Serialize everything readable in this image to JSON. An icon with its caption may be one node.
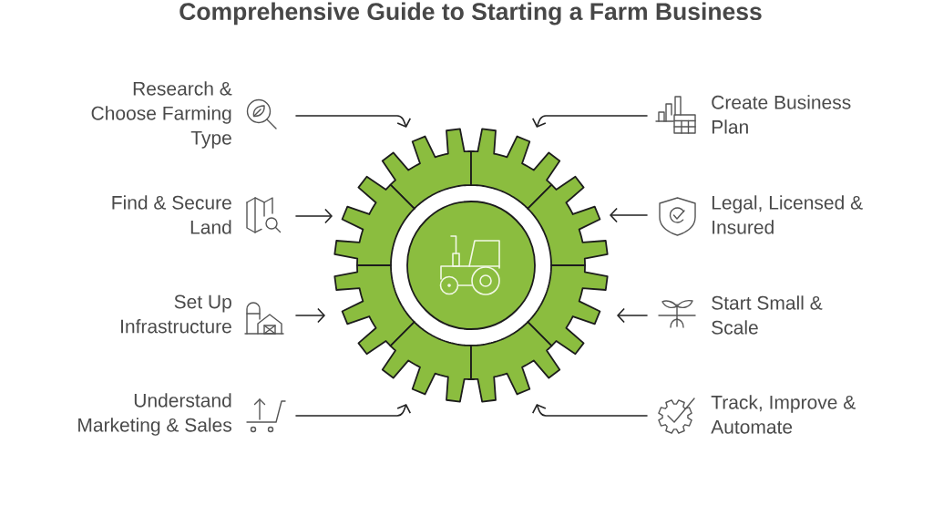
{
  "diagram": {
    "title": "Comprehensive Guide to Starting a Farm Business",
    "nodes": [
      {
        "text": [
          "Research & Choose Farming Type"
        ]
      },
      {
        "text": [
          "Create Business Plan"
        ]
      },
      {
        "text": [
          "Find & Secure Land"
        ]
      },
      {
        "text": [
          "Legal, Licensed & Insured"
        ]
      },
      {
        "text": [
          "Set Up Infrastructure"
        ]
      },
      {
        "text": [
          "Start Small & Scale"
        ]
      },
      {
        "text": [
          "Understand Marketing & Sales"
        ]
      },
      {
        "text": [
          "Track, Improve & Automate"
        ]
      },
      {
        "text": [],
        "shape": "sector"
      },
      {
        "text": [],
        "shape": "sector"
      },
      {
        "text": [],
        "shape": "sector"
      },
      {
        "text": [],
        "shape": "sector"
      },
      {
        "text": [],
        "shape": "sector"
      },
      {
        "text": [],
        "shape": "sector"
      },
      {
        "text": [],
        "shape": "sector"
      },
      {
        "text": [],
        "shape": "sector"
      }
    ],
    "edges": [
      {
        "from": 0,
        "to": 8,
        "arrow": "to"
      },
      {
        "from": 1,
        "to": 9,
        "arrow": "to"
      },
      {
        "from": 2,
        "to": 10,
        "arrow": "to"
      },
      {
        "from": 3,
        "to": 11,
        "arrow": "to"
      },
      {
        "from": 4,
        "to": 12,
        "arrow": "to"
      },
      {
        "from": 5,
        "to": 13,
        "arrow": "to"
      },
      {
        "from": 6,
        "to": 14,
        "arrow": "to"
      },
      {
        "from": 7,
        "to": 15,
        "arrow": "to"
      }
    ]
  }
}
